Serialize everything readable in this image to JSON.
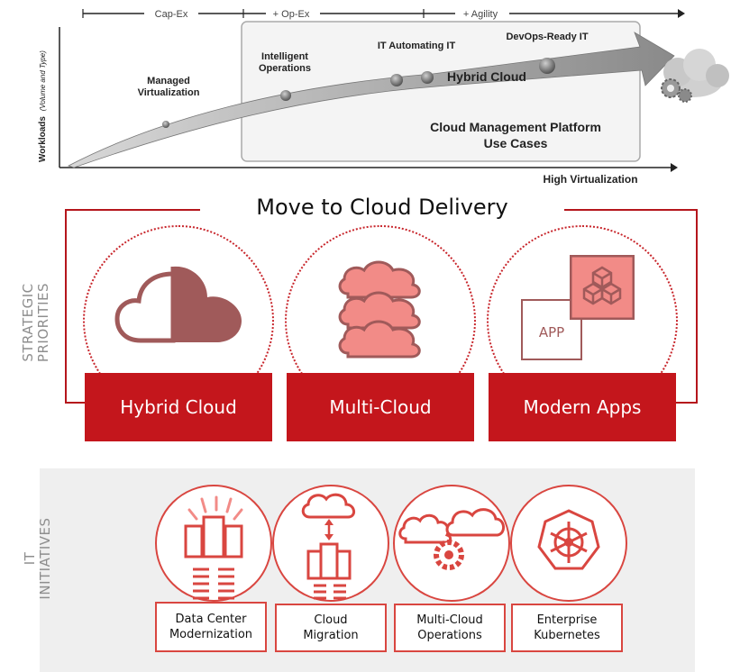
{
  "top_chart": {
    "phases": [
      "Cap-Ex",
      "+ Op-Ex",
      "+ Agility"
    ],
    "y_label": "Workloads",
    "y_label_sub": "(Volume and Type)",
    "x_label": "High Virtualization",
    "stages": {
      "managed": [
        "Managed",
        "Virtualization"
      ],
      "intelligent": [
        "Intelligent",
        "Operations"
      ],
      "automating": "IT Automating IT",
      "devops": "DevOps-Ready IT",
      "hybrid": "Hybrid Cloud"
    },
    "box_title": [
      "Cloud Management Platform",
      "Use Cases"
    ]
  },
  "main": {
    "title": "Move to Cloud Delivery",
    "side_label": "STRATEGIC\nPRIORITIES",
    "priorities": [
      {
        "label": "Hybrid Cloud",
        "icon": "half-filled-cloud-icon"
      },
      {
        "label": "Multi-Cloud",
        "icon": "stacked-clouds-icon"
      },
      {
        "label": "Modern Apps",
        "icon": "app-cubes-icon",
        "app_text": "APP"
      }
    ]
  },
  "initiatives": {
    "side_label": "IT INITIATIVES",
    "items": [
      {
        "label": "Data Center\nModernization",
        "icon": "datacenter-icon"
      },
      {
        "label": "Cloud\nMigration",
        "icon": "cloud-migration-icon"
      },
      {
        "label": "Multi-Cloud\nOperations",
        "icon": "multi-cloud-gear-icon"
      },
      {
        "label": "Enterprise\nKubernetes",
        "icon": "kubernetes-icon"
      }
    ]
  },
  "colors": {
    "brand_red": "#c4161c",
    "light_red": "#f28b87",
    "maroon": "#a05a5a",
    "gray_label": "#8e8e8e"
  }
}
